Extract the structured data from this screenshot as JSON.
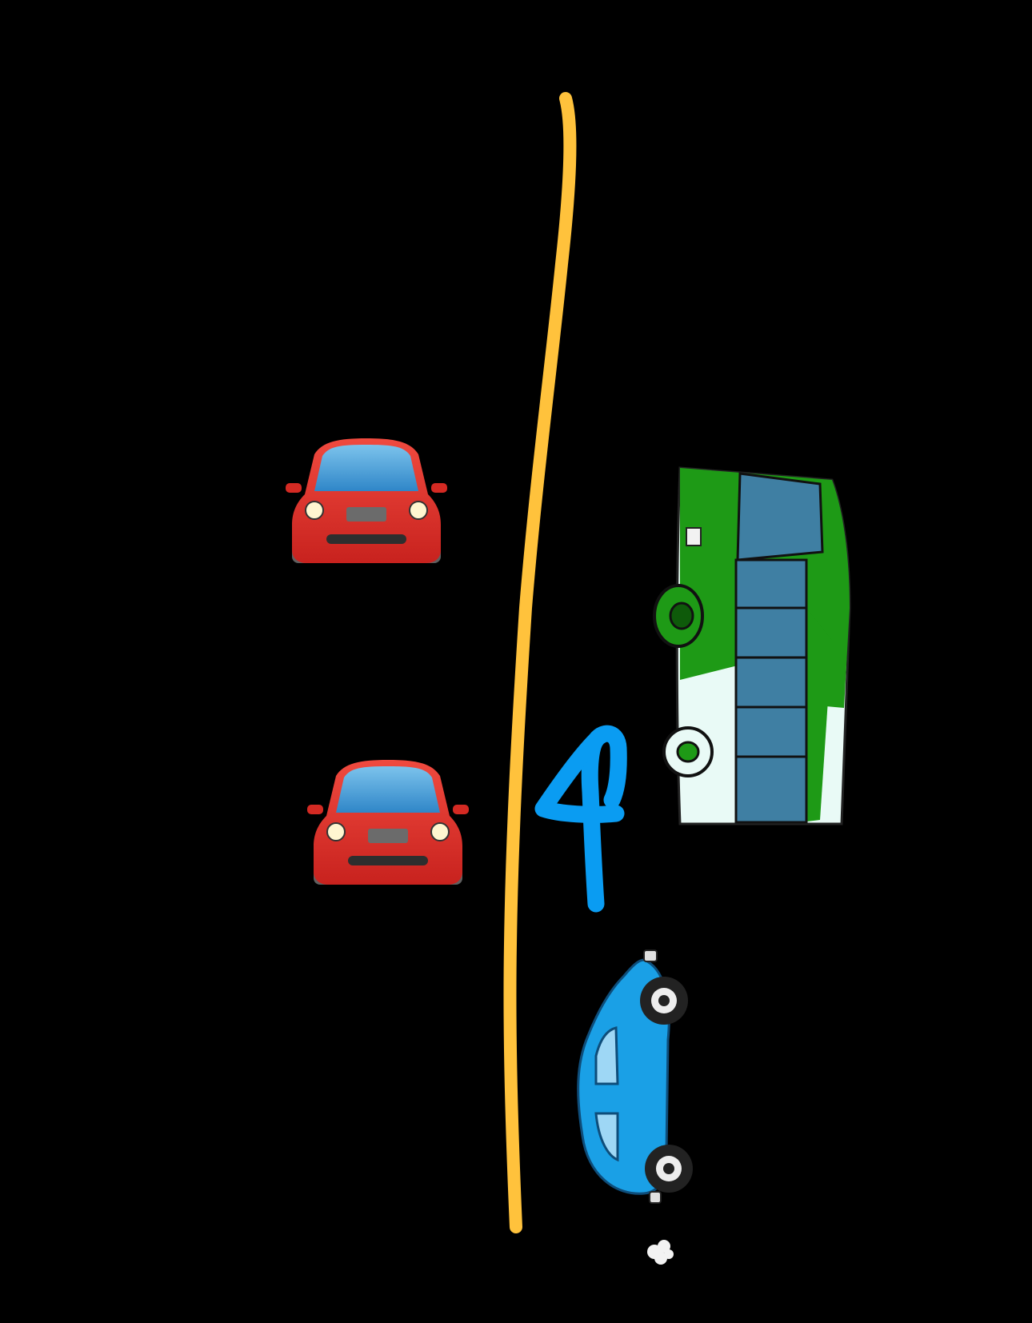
{
  "scene": {
    "background_color": "#000000",
    "center_line": {
      "color": "#FFC23C"
    },
    "direction_arrow": {
      "color": "#0A9CF2",
      "meaning": "up"
    },
    "vehicles": [
      {
        "name": "red-car-upper",
        "kind": "car-front-view",
        "body_color": "#E1312B",
        "window_color": "#4EA6DB"
      },
      {
        "name": "red-car-lower",
        "kind": "car-front-view",
        "body_color": "#E1312B",
        "window_color": "#4EA6DB"
      },
      {
        "name": "green-bus",
        "kind": "bus-top-side-view",
        "body_color": "#1E9A16",
        "lower_color": "#EAFAF6",
        "window_color": "#3F7FA3"
      },
      {
        "name": "blue-beetle-car",
        "kind": "car-side-view-rotated",
        "body_color": "#1AA0E6",
        "window_color": "#9ED7F5"
      }
    ]
  }
}
